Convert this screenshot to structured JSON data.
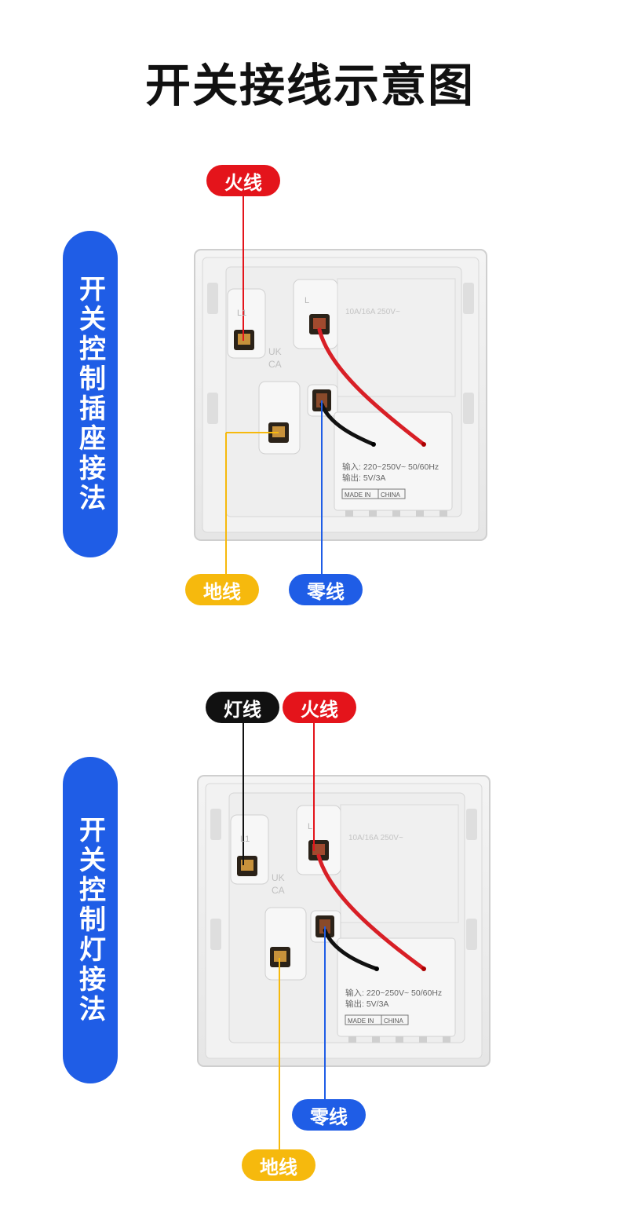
{
  "title": "开关接线示意图",
  "section1": {
    "side_label": "开关控制插座接法",
    "labels": {
      "live": "火线",
      "earth": "地线",
      "neutral": "零线"
    }
  },
  "section2": {
    "side_label": "开关控制灯接法",
    "labels": {
      "lamp": "灯线",
      "live": "火线",
      "neutral": "零线",
      "earth": "地线"
    }
  },
  "device_markings": {
    "l1": "L1",
    "l": "L",
    "rating": "10A/16A 250V~",
    "ukca_1": "UK",
    "ukca_2": "CA",
    "input": "输入: 220~250V~ 50/60Hz",
    "output": "输出: 5V/3A",
    "made_in": "MADE IN",
    "china": "CHINA"
  },
  "colors": {
    "live": "#e4141b",
    "neutral": "#1f5de6",
    "earth": "#f6b90d",
    "lamp": "#111111"
  }
}
